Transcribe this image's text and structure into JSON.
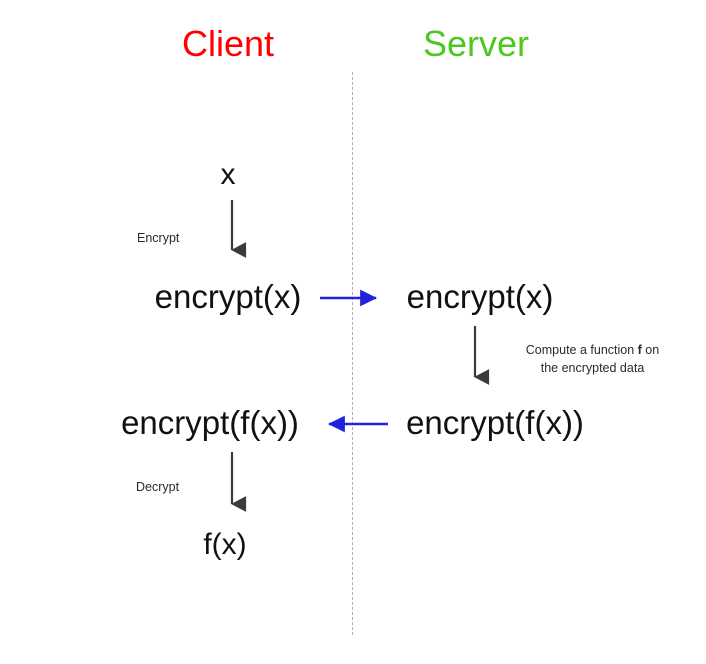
{
  "diagram": {
    "title": "Homomorphic encryption client-server flow",
    "background_color": "#ffffff",
    "columns": [
      {
        "key": "client",
        "label": "Client",
        "color": "#ff0000"
      },
      {
        "key": "server",
        "label": "Server",
        "color": "#4cc81e"
      }
    ],
    "divider": {
      "style": "dashed",
      "color": "#b0b0b0",
      "orientation": "vertical"
    },
    "nodes": {
      "client_input": "x",
      "client_encrypted": "encrypt(x)",
      "server_encrypted": "encrypt(x)",
      "server_result": "encrypt(f(x))",
      "client_result": "encrypt(f(x))",
      "client_output": "f(x)"
    },
    "labels": {
      "encrypt": "Encrypt",
      "decrypt": "Decrypt",
      "compute_line1_pre": "Compute a function ",
      "compute_emphasis": "f",
      "compute_line1_post": " on",
      "compute_line2": "the encrypted data"
    },
    "arrows": [
      {
        "name": "encrypt-arrow",
        "direction": "down",
        "color": "#3b3b3b",
        "from": "x",
        "to": "encrypt(x)",
        "label": "Encrypt"
      },
      {
        "name": "send-to-server-arrow",
        "direction": "right",
        "color": "#2222dd",
        "from": "encrypt(x)",
        "to": "encrypt(x)",
        "label": ""
      },
      {
        "name": "compute-arrow",
        "direction": "down",
        "color": "#3b3b3b",
        "from": "encrypt(x)",
        "to": "encrypt(f(x))",
        "label": "Compute a function f on the encrypted data"
      },
      {
        "name": "return-to-client-arrow",
        "direction": "left",
        "color": "#2222dd",
        "from": "encrypt(f(x))",
        "to": "encrypt(f(x))",
        "label": ""
      },
      {
        "name": "decrypt-arrow",
        "direction": "down",
        "color": "#3b3b3b",
        "from": "encrypt(f(x))",
        "to": "f(x)",
        "label": "Decrypt"
      }
    ]
  }
}
